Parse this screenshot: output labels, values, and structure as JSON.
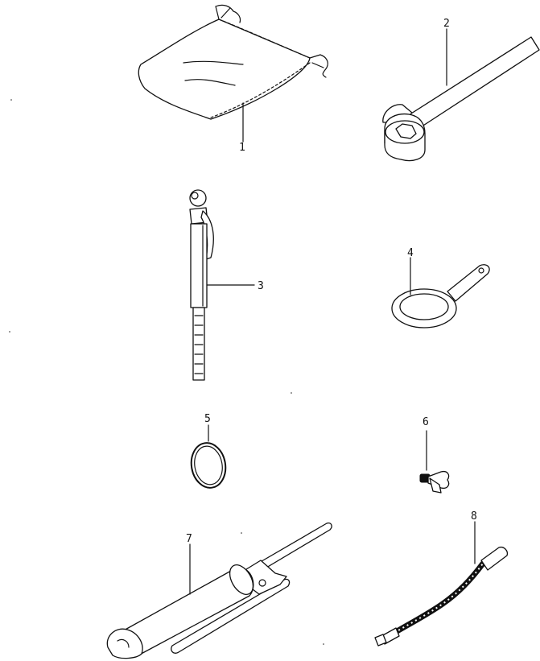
{
  "parts": [
    {
      "id": "tool-bag",
      "label": "1"
    },
    {
      "id": "box-wrench",
      "label": "2"
    },
    {
      "id": "tire-pressure-gauge",
      "label": "3"
    },
    {
      "id": "spanner-wrench",
      "label": "4"
    },
    {
      "id": "o-ring",
      "label": "5"
    },
    {
      "id": "wing-bolt",
      "label": "6"
    },
    {
      "id": "grease-gun",
      "label": "7"
    },
    {
      "id": "grease-hose",
      "label": "8"
    }
  ]
}
